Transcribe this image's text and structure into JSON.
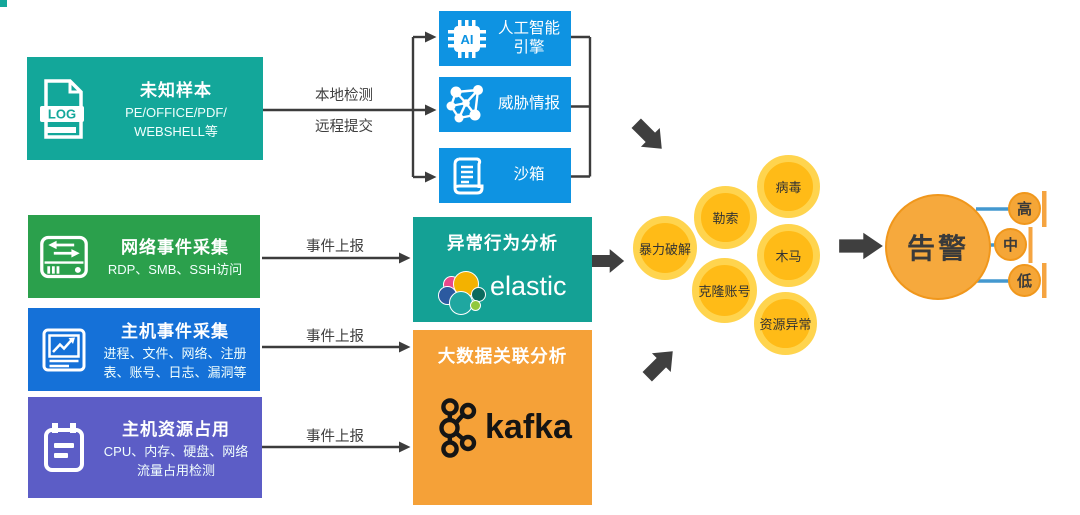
{
  "palette": {
    "teal": "#13A79A",
    "green": "#2BA04C",
    "blue": "#1571D8",
    "purple": "#5C5DC6",
    "engine_blue": "#0E93E2",
    "elastic_teal": "#14A195",
    "kafka_orange": "#F5A138",
    "bubble_fill": "#FFBB17",
    "bubble_ring": "#FFD44E",
    "alert_orange": "#F6A93D",
    "connector_dark": "#3C3C3C",
    "level_line_blue": "#4498CF"
  },
  "left_boxes": [
    {
      "icon": "log-document-icon",
      "title": "未知样本",
      "subtitle": "PE/OFFICE/PDF/\nWEBSHELL等"
    },
    {
      "icon": "drive-transfer-icon",
      "title": "网络事件采集",
      "subtitle": "RDP、SMB、SSH访问"
    },
    {
      "icon": "chart-monitor-icon",
      "title": "主机事件采集",
      "subtitle": "进程、文件、网络、注册\n表、账号、日志、漏洞等"
    },
    {
      "icon": "clipboard-icon",
      "title": "主机资源占用",
      "subtitle": "CPU、内存、硬盘、网络\n流量占用检测"
    }
  ],
  "flow": {
    "local_detect": "本地检测",
    "remote_submit": "远程提交",
    "event_reports": [
      "事件上报",
      "事件上报",
      "事件上报"
    ]
  },
  "engines": [
    {
      "icon": "ai-chip-icon",
      "label": "人工智能\n引擎"
    },
    {
      "icon": "threat-intel-network-icon",
      "label": "威胁情报"
    },
    {
      "icon": "sandbox-scroll-icon",
      "label": "沙箱"
    }
  ],
  "analysis": {
    "behavior": {
      "title": "异常行为分析",
      "logo": "elastic-logo",
      "logo_text": "elastic"
    },
    "bigdata": {
      "title": "大数据关联分析",
      "logo": "kafka-logo",
      "logo_text": "kafka"
    }
  },
  "icons": {
    "log_label": "LOG",
    "ai_label": "AI"
  },
  "bubbles": [
    {
      "label": "暴力破解"
    },
    {
      "label": "勒索"
    },
    {
      "label": "病毒"
    },
    {
      "label": "木马"
    },
    {
      "label": "克隆账号"
    },
    {
      "label": "资源异常"
    }
  ],
  "alert": {
    "label": "告警",
    "levels": [
      {
        "label": "高"
      },
      {
        "label": "中"
      },
      {
        "label": "低"
      }
    ]
  }
}
